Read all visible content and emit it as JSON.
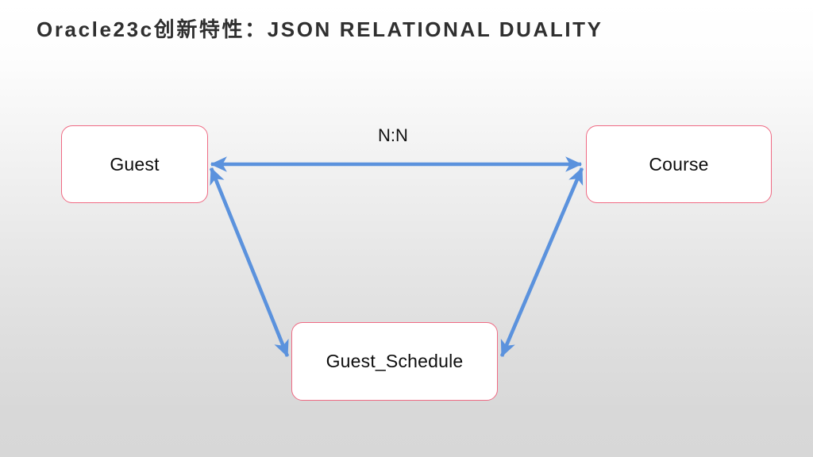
{
  "slide": {
    "title": "Oracle23c创新特性：JSON RELATIONAL DUALITY",
    "background": {
      "top_color": "#ffffff",
      "bottom_color": "#d7d7d7"
    }
  },
  "diagram": {
    "type": "entity-relationship",
    "entity_border_color": "#ef6a83",
    "entity_fill_color": "#ffffff",
    "connector_color": "#5b92dd",
    "entities": [
      {
        "id": "guest",
        "label": "Guest"
      },
      {
        "id": "course",
        "label": "Course"
      },
      {
        "id": "guest_schedule",
        "label": "Guest_Schedule"
      }
    ],
    "relationships": [
      {
        "id": "guest-course",
        "from": "guest",
        "to": "course",
        "label": "N:N",
        "arrows": "both"
      },
      {
        "id": "guest-guest_schedule",
        "from": "guest",
        "to": "guest_schedule",
        "label": "",
        "arrows": "both"
      },
      {
        "id": "course-guest_schedule",
        "from": "course",
        "to": "guest_schedule",
        "label": "",
        "arrows": "both"
      }
    ]
  }
}
